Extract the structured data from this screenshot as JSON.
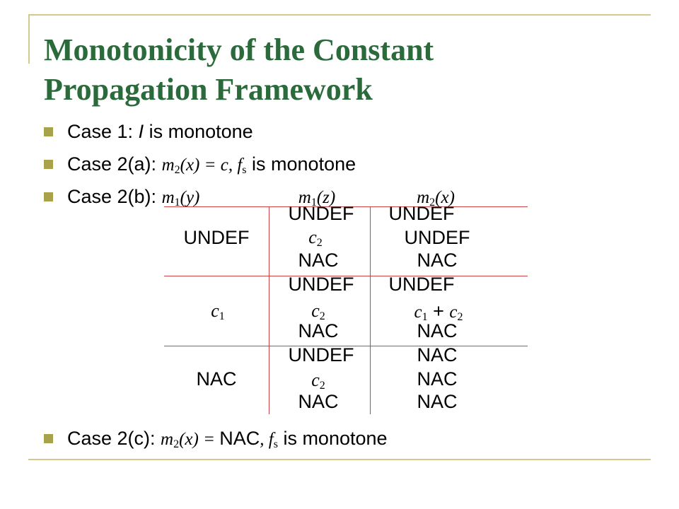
{
  "slide": {
    "title_line1": "Monotonicity of the Constant",
    "title_line2": "Propagation Framework",
    "colors": {
      "title": "#2b6a3b",
      "bullet": "#a8a24a",
      "rule": "#d4c98a",
      "grid": "#cc4444"
    }
  },
  "bullets": {
    "case1": {
      "prefix": "Case 1: ",
      "var": "I",
      "suffix": " is monotone"
    },
    "case2a": {
      "prefix": "Case 2(a): ",
      "m": "m",
      "m_sub": "2",
      "x": "(x) = c, f",
      "f_sub": "s",
      "suffix": " is monotone"
    },
    "case2b": {
      "prefix": "Case 2(b): ",
      "m": "m",
      "m_sub": "1",
      "arg": "(y)"
    },
    "case2c": {
      "prefix": "Case 2(c): ",
      "m": "m",
      "m_sub": "2",
      "x": "(x) = ",
      "nac": "NAC",
      "comma": ", f",
      "f_sub": "s",
      "suffix": " is monotone"
    }
  },
  "table": {
    "col_header_z": {
      "m": "m",
      "sub": "1",
      "arg": "(z)"
    },
    "col_header_x": {
      "m": "m",
      "sub": "2",
      "arg": "(x)"
    },
    "rows": [
      {
        "y": "UNDEF",
        "z": [
          "UNDEF",
          "c",
          "NAC"
        ],
        "z_sub": "2",
        "x": [
          "UNDEF",
          "UNDEF",
          "NAC"
        ]
      },
      {
        "y": "c",
        "y_sub": "1",
        "z": [
          "UNDEF",
          "c",
          "NAC"
        ],
        "z_sub": "2",
        "x": [
          "UNDEF",
          "c1 + c2",
          "NAC"
        ]
      },
      {
        "y": "NAC",
        "z": [
          "UNDEF",
          "c",
          "NAC"
        ],
        "z_sub": "2",
        "x": [
          "NAC",
          "NAC",
          "NAC"
        ]
      }
    ],
    "sum": {
      "a": "c",
      "a_sub": "1",
      "op": " + ",
      "b": "c",
      "b_sub": "2"
    }
  }
}
